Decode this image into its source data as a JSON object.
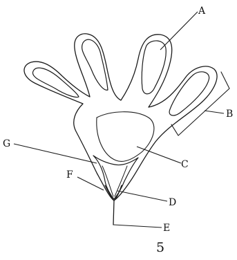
{
  "labels": {
    "a": "A",
    "b": "B",
    "c": "C",
    "d": "D",
    "e": "E",
    "f": "F",
    "g": "G"
  },
  "figure_number": "5"
}
